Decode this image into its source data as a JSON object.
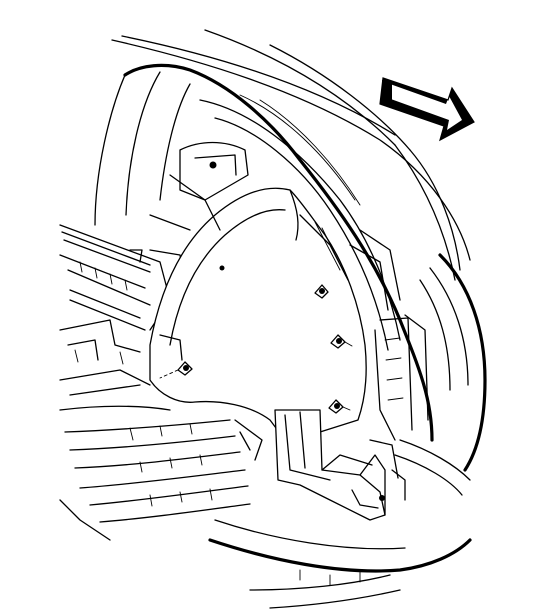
{
  "diagram": {
    "type": "technical line drawing",
    "colors": {
      "ink": "#000000",
      "paper": "#ffffff"
    },
    "parts": [
      "wheelhouse-panel",
      "fender-flare",
      "bumper-fascia",
      "splash-shield-bracket",
      "retaining-nut",
      "direction-arrow"
    ],
    "fastener_count": 4,
    "arrow_direction": "right-down"
  }
}
